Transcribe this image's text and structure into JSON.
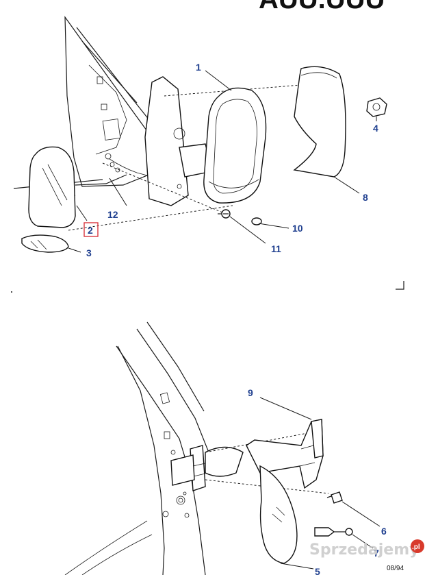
{
  "header": {
    "code_partial": "AUU.UUU"
  },
  "top_diagram": {
    "callouts": [
      {
        "id": "1",
        "label": "1"
      },
      {
        "id": "2",
        "label": "2",
        "boxed": true,
        "box_color": "#d9363e"
      },
      {
        "id": "3",
        "label": "3"
      },
      {
        "id": "4",
        "label": "4"
      },
      {
        "id": "8",
        "label": "8"
      },
      {
        "id": "10",
        "label": "10"
      },
      {
        "id": "11",
        "label": "11"
      },
      {
        "id": "12",
        "label": "12"
      }
    ]
  },
  "bottom_diagram": {
    "callouts": [
      {
        "id": "5",
        "label": "5"
      },
      {
        "id": "6",
        "label": "6"
      },
      {
        "id": "7",
        "label": "7"
      },
      {
        "id": "9",
        "label": "9"
      }
    ],
    "date_code": "08/94"
  },
  "watermark": {
    "text": "Sprzedajemy",
    "badge": ".pl"
  },
  "colors": {
    "callout": "#1f3f8f",
    "highlight_box": "#d9363e",
    "line_art": "#1a1a1a"
  }
}
